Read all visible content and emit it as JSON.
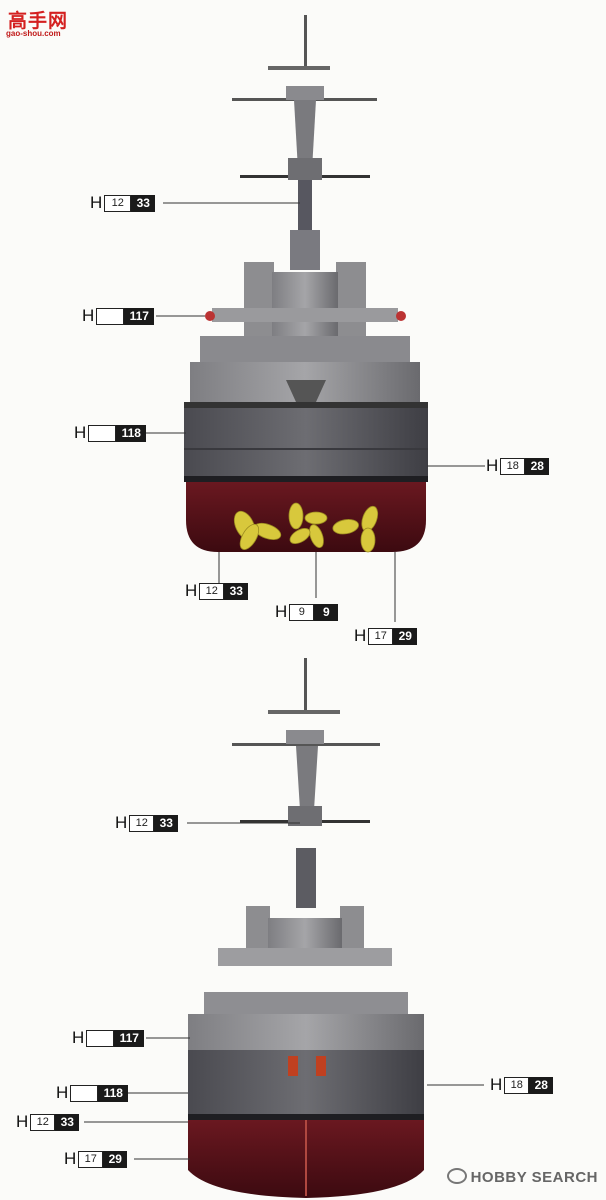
{
  "watermark": {
    "site_name": "高手网",
    "site_url": "gao-shou.com"
  },
  "views": [
    {
      "name": "bow",
      "callouts": [
        {
          "code": "12",
          "value": "33"
        },
        {
          "code": "",
          "value": "117"
        },
        {
          "code": "",
          "value": "118"
        },
        {
          "code": "18",
          "value": "28"
        },
        {
          "code": "12",
          "value": "33"
        },
        {
          "code": "9",
          "value": "9"
        },
        {
          "code": "17",
          "value": "29"
        }
      ]
    },
    {
      "name": "stern",
      "callouts": [
        {
          "code": "12",
          "value": "33"
        },
        {
          "code": "",
          "value": "117"
        },
        {
          "code": "",
          "value": "118"
        },
        {
          "code": "18",
          "value": "28"
        },
        {
          "code": "12",
          "value": "33"
        },
        {
          "code": "17",
          "value": "29"
        }
      ]
    }
  ],
  "prefix": "H",
  "credit": {
    "brand": "HOBBY SEARCH"
  }
}
